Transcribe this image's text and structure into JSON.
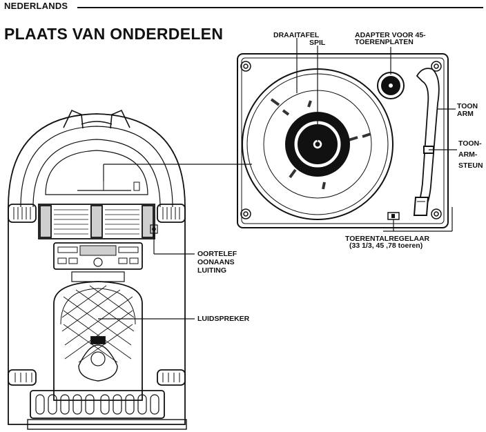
{
  "header": {
    "language": "NEDERLANDS"
  },
  "title": "PLAATS VAN ONDERDELEN",
  "labels": {
    "turntable": "DRAAITAFEL",
    "spindle": "SPIL",
    "adapter_line1": "ADAPTER VOOR 45-",
    "adapter_line2": "TOERENPLATEN",
    "tone_arm_line1": "TOON",
    "tone_arm_line2": "ARM",
    "arm_rest_line1": "TOON-",
    "arm_rest_line2": "ARM-",
    "arm_rest_line3": "STEUN",
    "speed_selector_line1": "TOERENTALREGELAAR",
    "speed_selector_line2": "(33 1/3, 45 ,78 toeren)",
    "earphone_line1": "OORTELEF",
    "earphone_line2": "OONAANS",
    "earphone_line3": "LUITING",
    "speaker": "LUIDSPREKER"
  },
  "colors": {
    "ink": "#111111",
    "paper": "#ffffff",
    "shade": "#cfcfcf"
  }
}
